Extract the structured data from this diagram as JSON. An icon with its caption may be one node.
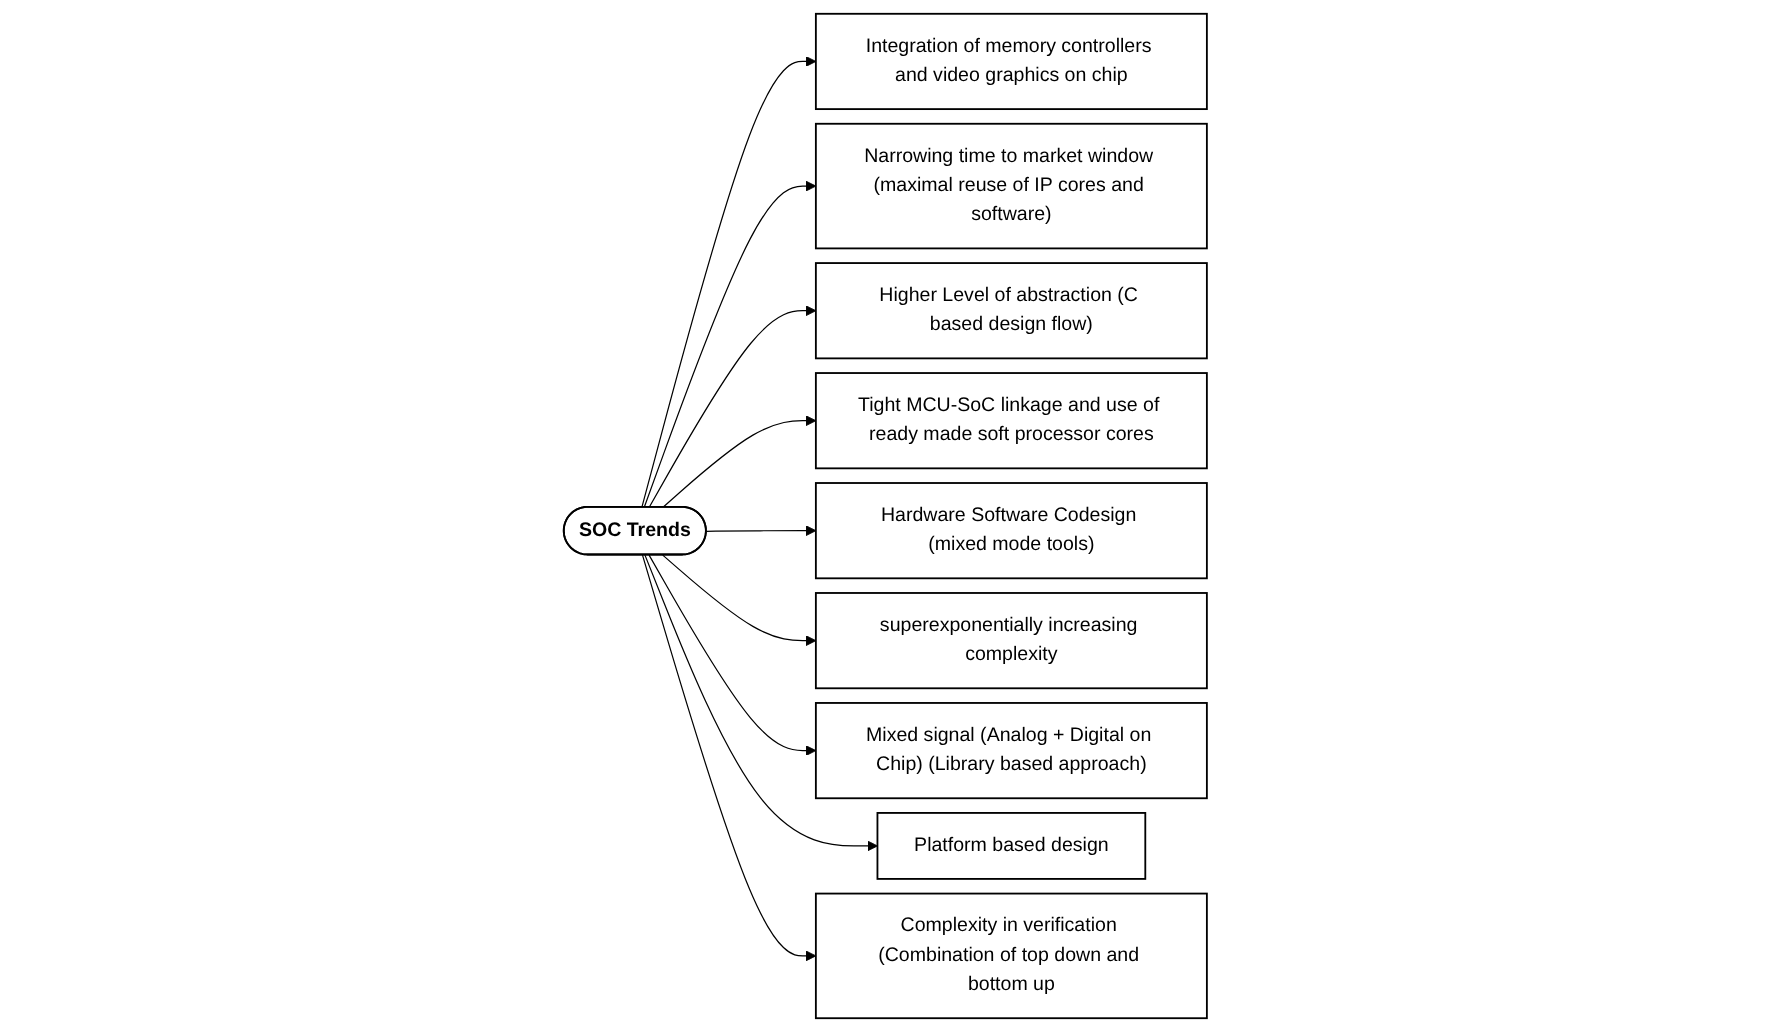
{
  "diagram": {
    "nodes": [
      {
        "text": [
          "Integration of memory controllers and video graphics on chip"
        ]
      },
      {
        "text": [
          "Narrowing time to market window (maximal reuse of IP cores and software)"
        ]
      },
      {
        "text": [
          "Higher Level of abstraction (C based design flow)"
        ]
      },
      {
        "text": [
          "Tight MCU-SoC linkage and use of ready made soft processor cores"
        ]
      },
      {
        "text": [
          "SOC Trends"
        ]
      },
      {
        "text": [
          "Hardware Software Codesign (mixed mode tools)"
        ]
      },
      {
        "text": [
          "superexponentially increasing complexity"
        ]
      },
      {
        "text": [
          "Mixed signal (Analog + Digital on Chip) (Library based approach)"
        ]
      },
      {
        "text": [
          "Platform based design"
        ]
      },
      {
        "text": [
          "Complexity in verification (Combination of top down and bottom up"
        ]
      }
    ],
    "edges": [
      {
        "from": 4,
        "to": 0,
        "arrow": "to"
      },
      {
        "from": 4,
        "to": 1,
        "arrow": "to"
      },
      {
        "from": 4,
        "to": 2,
        "arrow": "to"
      },
      {
        "from": 4,
        "to": 3,
        "arrow": "to"
      },
      {
        "from": 4,
        "to": 5,
        "arrow": "to"
      },
      {
        "from": 4,
        "to": 6,
        "arrow": "to"
      },
      {
        "from": 4,
        "to": 7,
        "arrow": "to"
      },
      {
        "from": 4,
        "to": 8,
        "arrow": "to"
      },
      {
        "from": 4,
        "to": 9,
        "arrow": "to"
      }
    ]
  }
}
